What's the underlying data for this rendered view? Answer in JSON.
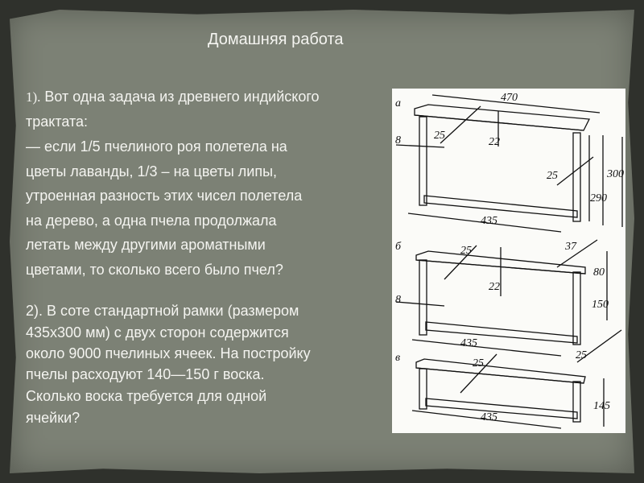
{
  "title": "Домашняя работа",
  "task1": {
    "number": "1).",
    "lines": [
      " Вот одна задача из древнего индийского",
      "трактата:",
      "— если 1/5 пчелиного роя полетела на",
      "цветы лаванды, 1/3 – на цветы липы,",
      "утроенная разность этих чисел полетела",
      "на дерево, а одна пчела продолжала",
      "летать между другими ароматными",
      "цветами, то сколько всего было пчел?"
    ]
  },
  "task2": {
    "lines": [
      "2). В соте стандартной рамки (размером",
      "435x300 мм) с двух сторон  содержится",
      "около 9000 пчелиных ячеек. На постройку",
      "пчелы расходуют 140—150 г воска.",
      "Сколько воска требуется для одной",
      "ячейки?"
    ]
  },
  "figure": {
    "a": {
      "letter": "а",
      "d470": "470",
      "d25a": "25",
      "d22": "22",
      "d8": "8",
      "d25b": "25",
      "d290": "290",
      "d300": "300",
      "d435": "435"
    },
    "b": {
      "letter": "б",
      "d25a": "25",
      "d37": "37",
      "d22": "22",
      "d80": "80",
      "d8": "8",
      "d150": "150",
      "d435": "435",
      "d25b": "25"
    },
    "c": {
      "letter": "в",
      "d25": "25",
      "d145": "145",
      "d435": "435"
    }
  }
}
